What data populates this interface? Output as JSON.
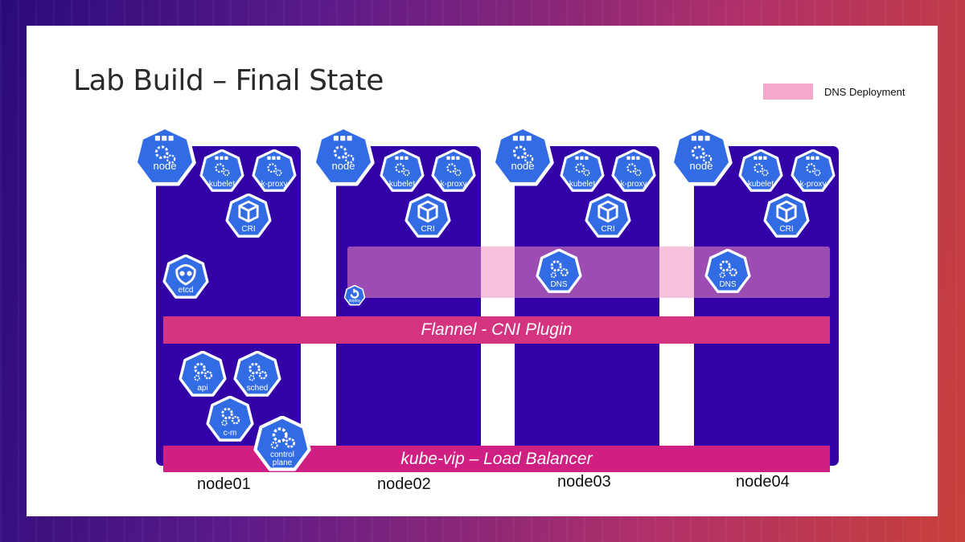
{
  "title": "Lab Build – Final State",
  "legend": {
    "label": "DNS Deployment",
    "color": "#f6a8cc"
  },
  "bands": {
    "flannel": "Flannel - CNI Plugin",
    "load_balancer": "kube-vip – Load Balancer"
  },
  "nodes": [
    {
      "name": "node01",
      "icons": {
        "node": "node",
        "kubelet": "kubelet",
        "proxy": "k-proxy",
        "cri": "CRI"
      }
    },
    {
      "name": "node02",
      "icons": {
        "node": "node",
        "kubelet": "kubelet",
        "proxy": "k-proxy",
        "cri": "CRI"
      }
    },
    {
      "name": "node03",
      "icons": {
        "node": "node",
        "kubelet": "kubelet",
        "proxy": "k-proxy",
        "cri": "CRI"
      }
    },
    {
      "name": "node04",
      "icons": {
        "node": "node",
        "kubelet": "kubelet",
        "proxy": "k-proxy",
        "cri": "CRI"
      }
    }
  ],
  "control_plane": {
    "etcd": "etcd",
    "api": "api",
    "sched": "sched",
    "cm": "c-m",
    "control_plane": [
      "control",
      "plane"
    ]
  },
  "dns": {
    "pod1": "DNS",
    "pod2": "DNS"
  },
  "deploy": "deploy",
  "colors": {
    "panel": "#3300a8",
    "icon": "#326ce5",
    "band": "#d01f82",
    "dns_band": "#f08cbe"
  }
}
